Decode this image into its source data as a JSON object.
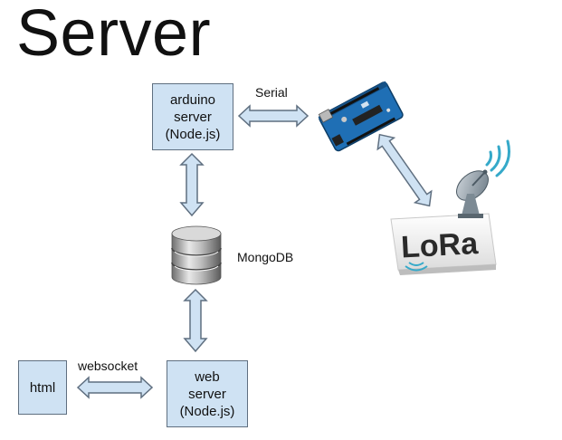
{
  "title": "Server",
  "nodes": {
    "arduino_server": "arduino\nserver\n(Node.js)",
    "web_server": "web\nserver\n(Node.js)",
    "html": "html"
  },
  "labels": {
    "serial": "Serial",
    "websocket": "websocket",
    "mongodb": "MongoDB"
  },
  "logos": {
    "lora": "LoRa"
  },
  "colors": {
    "box_fill": "#cfe2f3",
    "box_stroke": "#5f6f80",
    "arduino_blue": "#1f6fb5",
    "lora_teal": "#35a9c9"
  }
}
